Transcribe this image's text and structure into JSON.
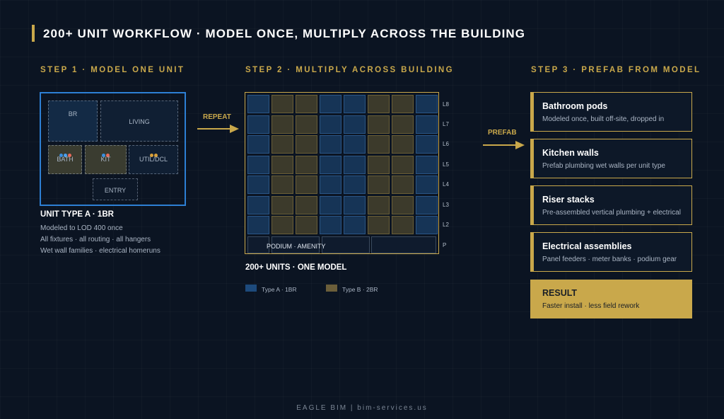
{
  "title": "200+ UNIT WORKFLOW · MODEL ONCE, MULTIPLY ACROSS THE BUILDING",
  "colors": {
    "accent": "#c9a84b",
    "unit_blue": "#2d7fd4",
    "type_a": "#163456",
    "type_b": "#3c3a2b",
    "background": "#0b1422"
  },
  "steps": [
    "STEP 1 · MODEL ONE UNIT",
    "STEP 2 · MULTIPLY ACROSS BUILDING",
    "STEP 3 · PREFAB FROM MODEL"
  ],
  "unit": {
    "rooms": {
      "br": "BR",
      "living": "LIVING",
      "bath": "BATH",
      "kit": "KIT",
      "util": "UTIL/DCL",
      "entry": "ENTRY"
    },
    "fixture_dot_colors": [
      "#3a8fe0",
      "#4aa0f0",
      "#e86a5a"
    ],
    "fixture_dot_colors_util": [
      "#d9a13a",
      "#d9a13a"
    ],
    "type_label": "UNIT TYPE A · 1BR",
    "lines": [
      "Modeled to LOD 400 once",
      "All fixtures · all routing · all hangers",
      "Wet wall families · electrical homeruns"
    ]
  },
  "arrows": {
    "repeat": "REPEAT",
    "prefab": "PREFAB"
  },
  "building": {
    "column_types": [
      "A",
      "B",
      "B",
      "A",
      "A",
      "B",
      "B",
      "A"
    ],
    "levels": [
      "L8",
      "L7",
      "L6",
      "L5",
      "L4",
      "L3",
      "L2",
      "P"
    ],
    "podium_label": "PODIUM · AMENITY",
    "caption": "200+ UNITS · ONE MODEL",
    "legend": [
      {
        "label": "Type A · 1BR",
        "color": "#1d4a7c"
      },
      {
        "label": "Type B · 2BR",
        "color": "#6b5e3a"
      }
    ]
  },
  "prefab": [
    {
      "title": "Bathroom pods",
      "subtitle": "Modeled once, built off-site, dropped in"
    },
    {
      "title": "Kitchen walls",
      "subtitle": "Prefab plumbing wet walls per unit type"
    },
    {
      "title": "Riser stacks",
      "subtitle": "Pre-assembled vertical plumbing + electrical"
    },
    {
      "title": "Electrical assemblies",
      "subtitle": "Panel feeders · meter banks · podium gear"
    }
  ],
  "result": {
    "title": "RESULT",
    "subtitle": "Faster install · less field rework"
  },
  "footer": "EAGLE BIM | bim-services.us"
}
